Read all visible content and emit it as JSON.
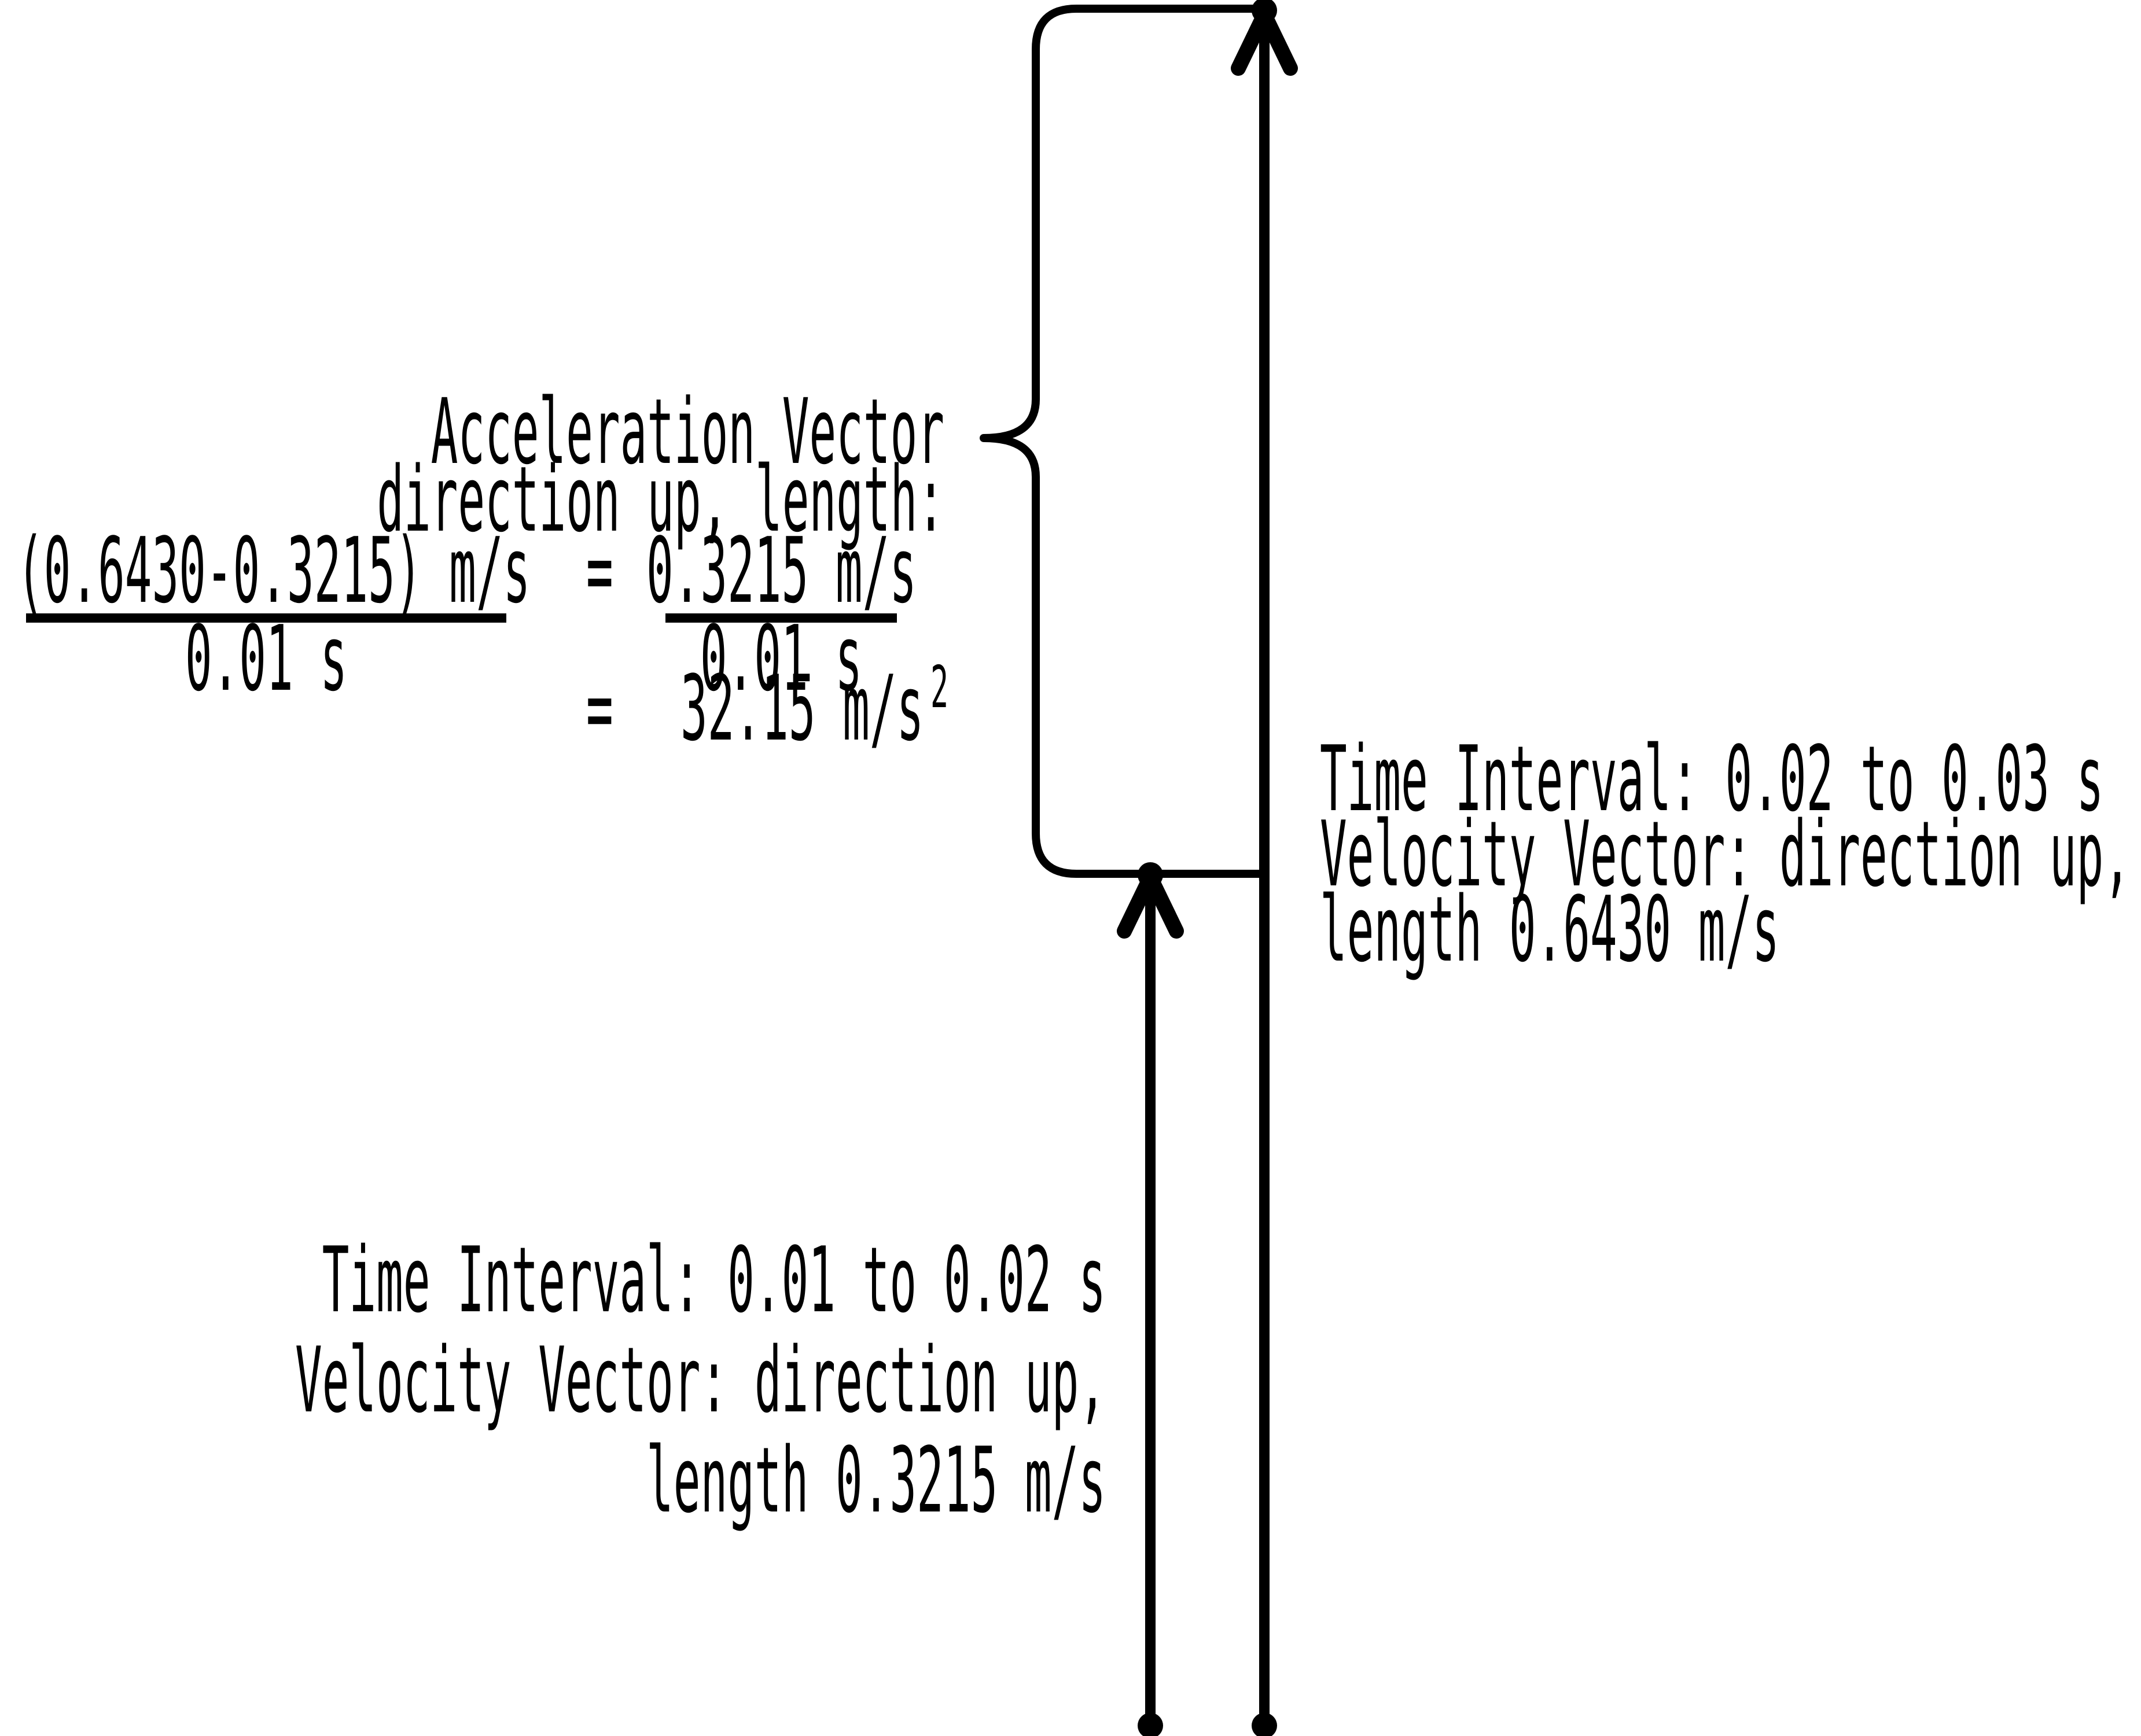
{
  "colors": {
    "background": "#ffffff",
    "ink": "#000000"
  },
  "acceleration_label": {
    "line1": "Acceleration Vector",
    "line2": "direction up, length:"
  },
  "formula": {
    "numerator_left": "(0.6430-0.3215) m/s",
    "denominator_left": "0.01 s",
    "equals_sign": "=",
    "numerator_right": "0.3215 m/s",
    "denominator_right": "0.01 s",
    "result_equals_sign": "=",
    "result_value": "32.15 m/s",
    "result_exponent": "2"
  },
  "velocity_label_right": {
    "line1": "Time Interval: 0.02 to 0.03 s",
    "line2": "Velocity Vector: direction up,",
    "line3": "length 0.6430 m/s"
  },
  "velocity_label_left": {
    "line1": "Time Interval: 0.01 to 0.02 s",
    "line2": "Velocity Vector: direction up,",
    "line3": "length 0.3215 m/s"
  },
  "icons": {
    "brace": "curly-brace-left-icon",
    "arrow_long": "up-arrow-icon",
    "arrow_short": "up-arrow-icon",
    "endpoint": "dot-icon"
  }
}
